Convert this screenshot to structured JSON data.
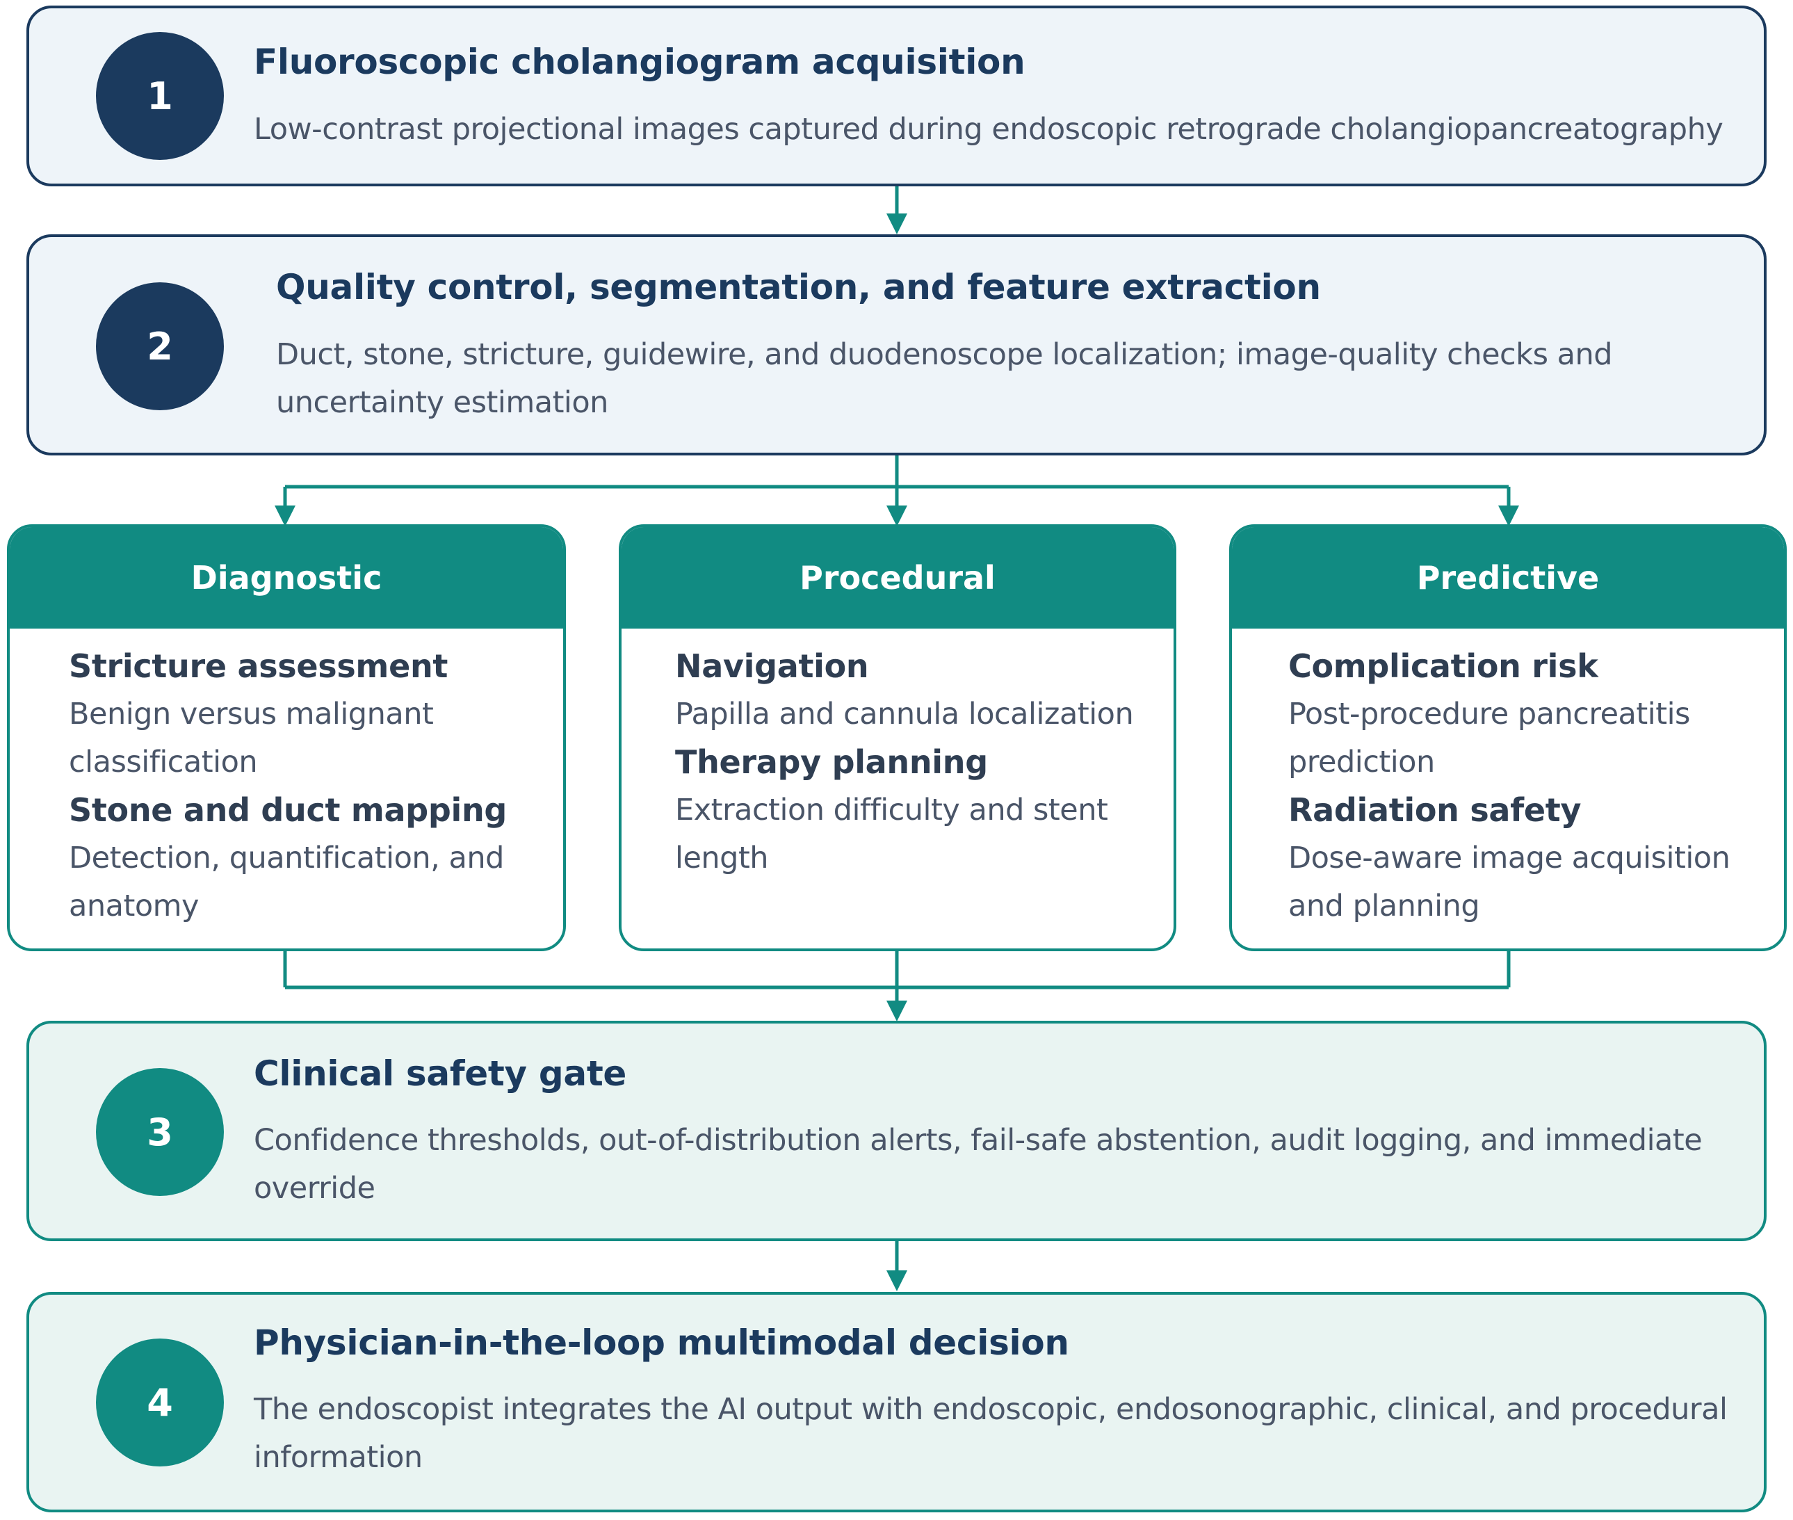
{
  "steps": [
    {
      "number": "1",
      "title": "Fluoroscopic cholangiogram acquisition",
      "description": "Low-contrast projectional images captured during endoscopic retrograde cholangiopancreatography"
    },
    {
      "number": "2",
      "title": "Quality control, segmentation, and feature extraction",
      "description": "Duct, stone, stricture, guidewire, and duodenoscope localization; image-quality checks and uncertainty estimation"
    },
    {
      "number": "3",
      "title": "Clinical safety gate",
      "description": "Confidence thresholds, out-of-distribution alerts, fail-safe abstention, audit logging, and immediate override"
    },
    {
      "number": "4",
      "title": "Physician-in-the-loop multimodal decision",
      "description": "The endoscopist integrates the AI output with endoscopic, endosonographic, clinical, and procedural information"
    }
  ],
  "categories": [
    {
      "header": "Diagnostic",
      "items": [
        {
          "title": "Stricture assessment",
          "description": "Benign versus malignant classification"
        },
        {
          "title": "Stone and duct mapping",
          "description": "Detection, quantification, and anatomy"
        }
      ]
    },
    {
      "header": "Procedural",
      "items": [
        {
          "title": "Navigation",
          "description": "Papilla and cannula localization"
        },
        {
          "title": "Therapy planning",
          "description": "Extraction difficulty and stent length"
        }
      ]
    },
    {
      "header": "Predictive",
      "items": [
        {
          "title": "Complication risk",
          "description": "Post-procedure pancreatitis prediction"
        },
        {
          "title": "Radiation safety",
          "description": "Dose-aware image acquisition and planning"
        }
      ]
    }
  ],
  "colors": {
    "navy": "#1b3a5e",
    "teal": "#118b82",
    "navy_fill": "#eef4f9",
    "teal_fill": "#e9f4f2"
  }
}
